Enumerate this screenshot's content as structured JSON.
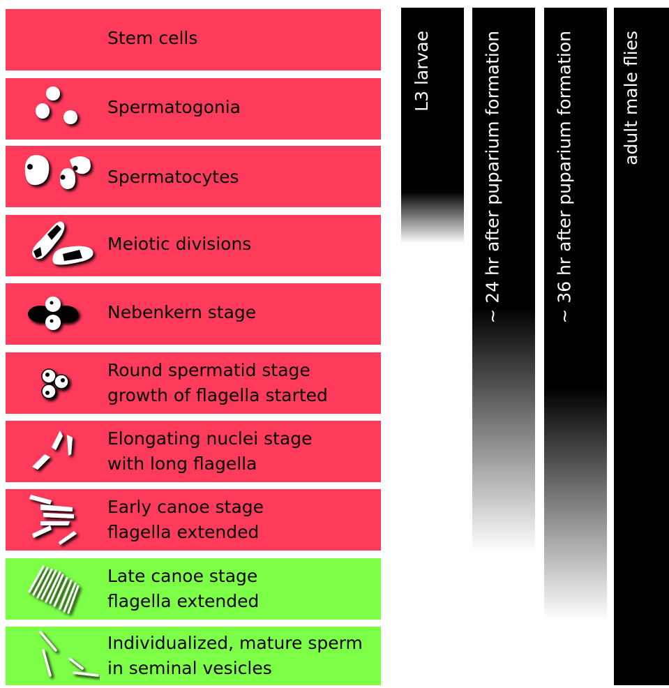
{
  "colors": {
    "stage_red": "#ff3b5c",
    "stage_green": "#7dff47",
    "bar": "#000000"
  },
  "stages": [
    {
      "label": "Stem cells",
      "color": "red",
      "icon": "none"
    },
    {
      "label": "Spermatogonia",
      "color": "red",
      "icon": "spermatogonia-icon"
    },
    {
      "label": "Spermatocytes",
      "color": "red",
      "icon": "spermatocytes-icon"
    },
    {
      "label": "Meiotic divisions",
      "color": "red",
      "icon": "meiotic-divisions-icon"
    },
    {
      "label": "Nebenkern stage",
      "color": "red",
      "icon": "nebenkern-icon"
    },
    {
      "label": "Round spermatid stage\ngrowth of flagella started",
      "color": "red",
      "icon": "round-spermatid-icon"
    },
    {
      "label": "Elongating nuclei stage\nwith long flagella",
      "color": "red",
      "icon": "elongating-nuclei-icon"
    },
    {
      "label": "Early canoe stage\nflagella extended",
      "color": "red",
      "icon": "early-canoe-icon"
    },
    {
      "label": "Late canoe stage\nflagella extended",
      "color": "green",
      "icon": "late-canoe-icon"
    },
    {
      "label": "Individualized, mature sperm\nin seminal vesicles",
      "color": "green",
      "icon": "mature-sperm-icon"
    }
  ],
  "timepoints": [
    {
      "label": "L3 larvae"
    },
    {
      "label": "~ 24 hr after puparium formation"
    },
    {
      "label": "~ 36 hr after puparium formation"
    },
    {
      "label": "adult male flies"
    }
  ]
}
